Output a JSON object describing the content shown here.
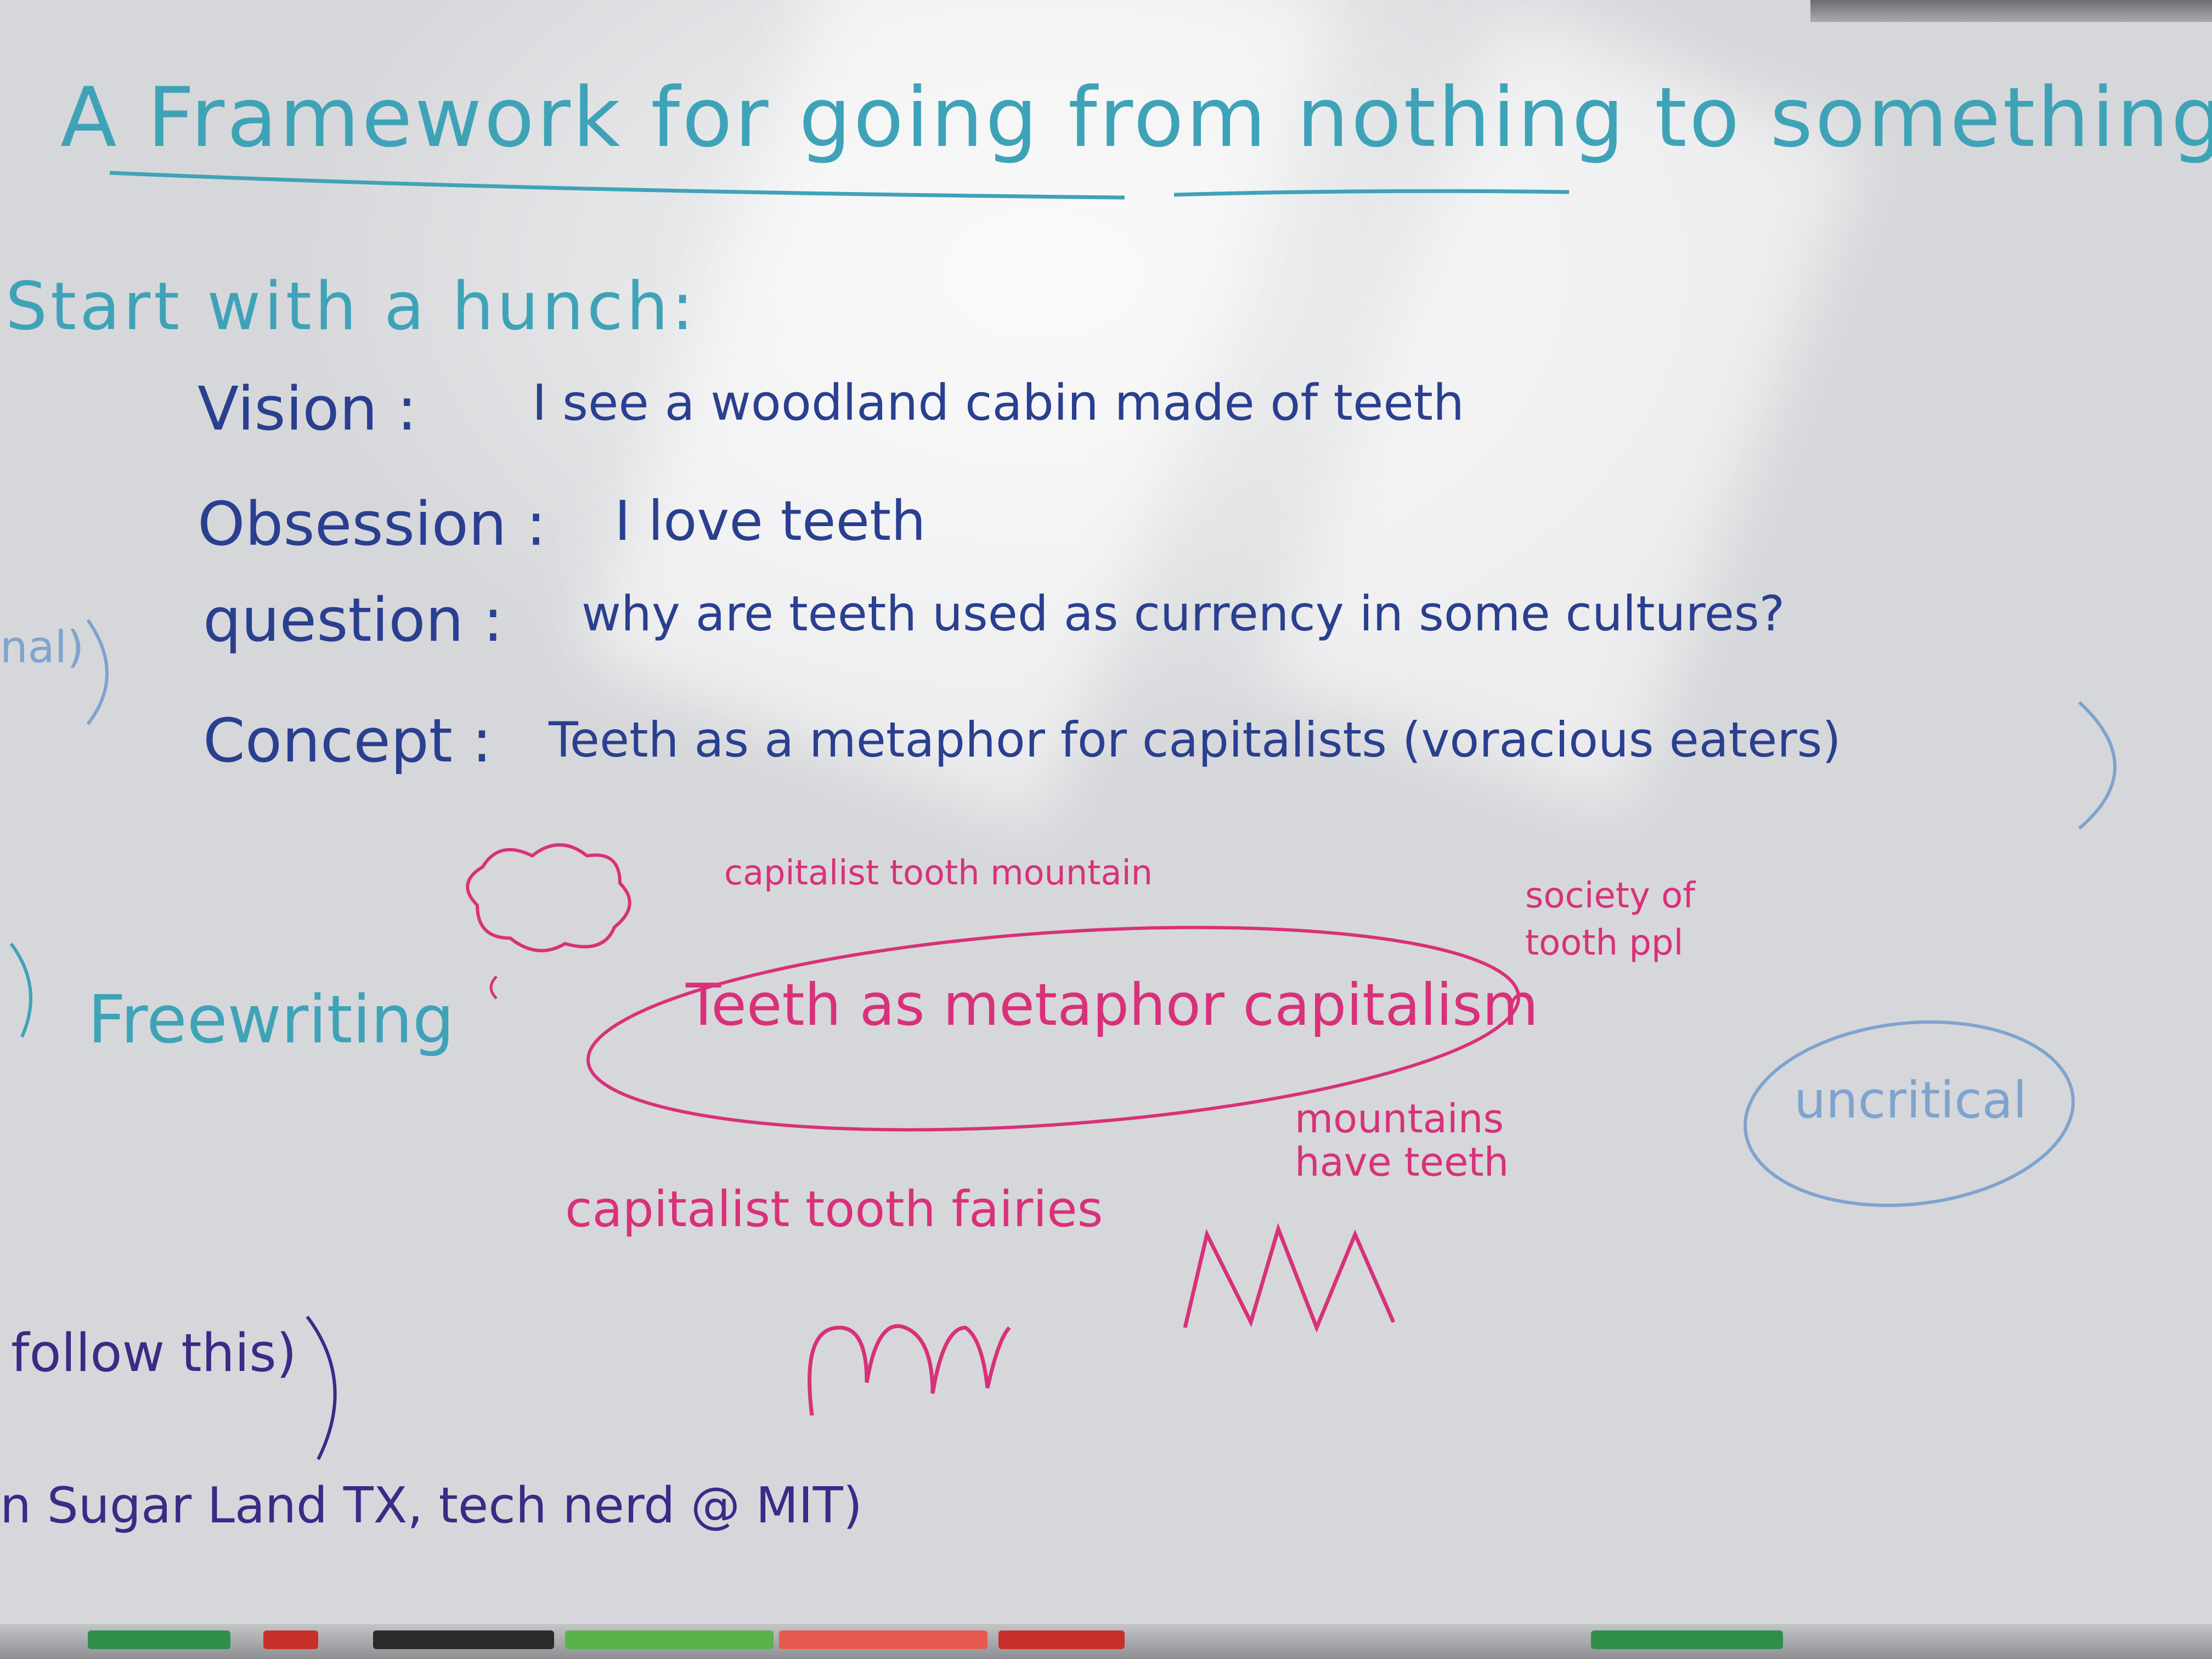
{
  "board": {
    "title": "A Framework for going from nothing to something",
    "heading": "Start with a hunch:",
    "rows": [
      {
        "label": "Vision :",
        "value": "I see a woodland cabin made of teeth"
      },
      {
        "label": "Obsession :",
        "value": "I love teeth"
      },
      {
        "label": "question :",
        "value": "why are teeth used as currency in some cultures?"
      },
      {
        "label": "Concept :",
        "value": "Teeth as a metaphor for capitalists (voracious eaters)"
      }
    ],
    "left_fragment": "nal)",
    "freewriting": "Freewriting",
    "center_idea": "Teeth as metaphor capitalism",
    "notes": {
      "tooth_mountain": "capitalist tooth mountain",
      "society": "society of tooth ppl",
      "uncritical": "uncritical",
      "mountains": "mountains have teeth",
      "fairies": "capitalist tooth fairies"
    },
    "bottom_lines": [
      "follow this)",
      "n Sugar Land TX, tech nerd @ MIT)"
    ]
  },
  "colors": {
    "teal": "#3fa3b8",
    "blue": "#2a3f8f",
    "pink": "#d8317a",
    "purple": "#3b2a86",
    "light_blue": "#7fa3cf"
  }
}
